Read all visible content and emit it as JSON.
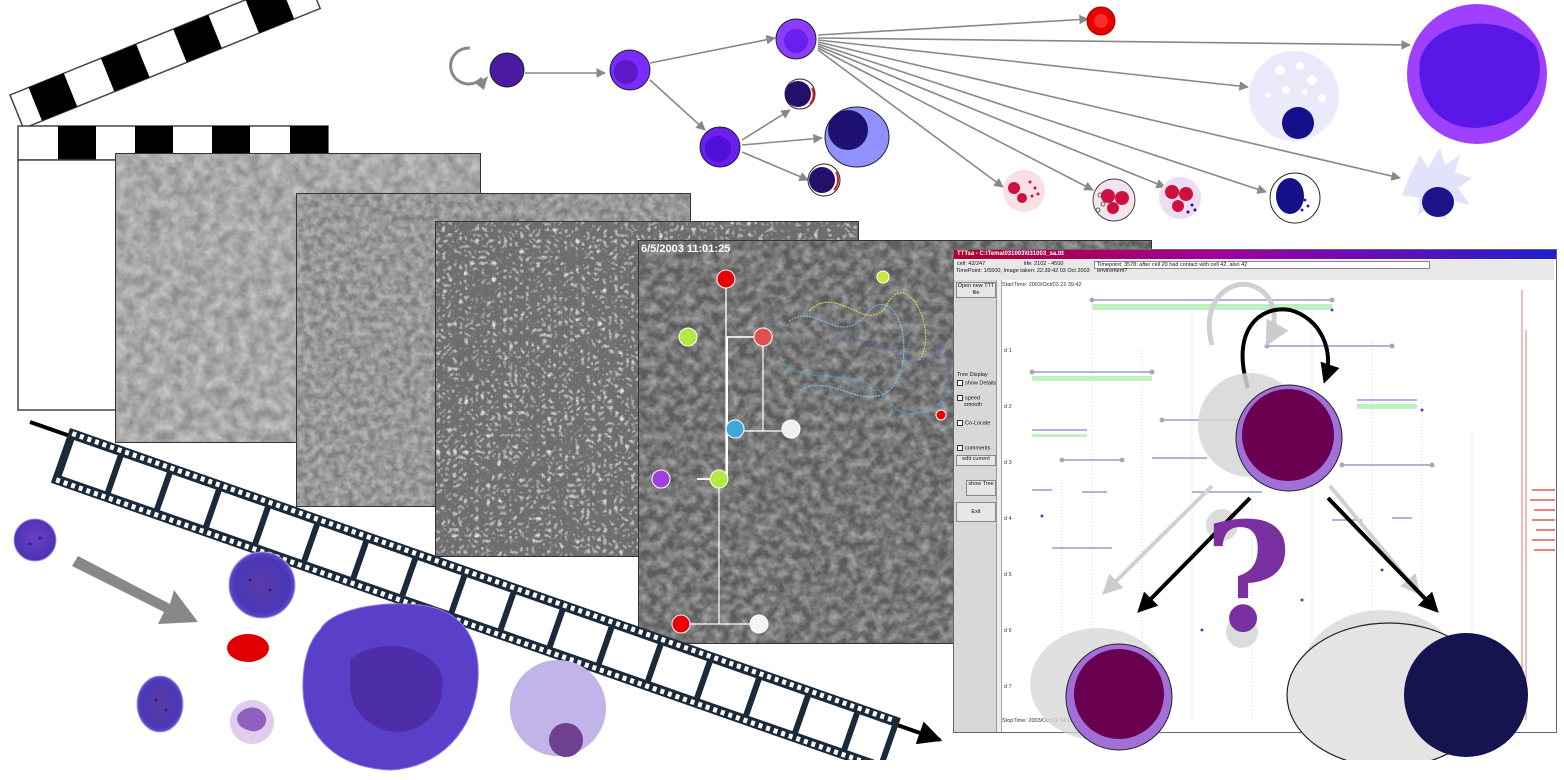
{
  "timestamp": "6/5/2003 11:01:25",
  "ttt": {
    "window_title": "TTTsa - C:\\Tema\\031003\\031003_sa.ttt",
    "cell": "cell: 42/247",
    "life": "life: 2102 - 4500",
    "timepoint": "TimePoint: 1/5500, Image taken: 22:39:42 03 Oct 2003",
    "comment": "Timepoint: 3578: after cell 20 had contact with cell 42, also 42",
    "comment2": "enviroment?",
    "start_time": "StartTime: 2003/Oct/03 22:39:42",
    "stop_time": "StopTime: 2003/Oct/11 14:13:27",
    "buttons": {
      "open": "Open new TTT file",
      "edit": "edit current",
      "show_tree": "show Tree",
      "exit": "Exit"
    },
    "checks": {
      "tree_display": "Tree Display",
      "show_details": "show Details",
      "speed": "speed",
      "smooth": "smooth",
      "colocate": "Co-Locate",
      "comments": "comments"
    },
    "day_labels": [
      "d 1",
      "d 2",
      "d 3",
      "d 4",
      "d 5",
      "d 6",
      "d 7"
    ]
  },
  "question_mark": "?",
  "colors": {
    "purple_dark": "#4a1aa0",
    "purple": "#7a2bff",
    "magenta_dark": "#6a0050",
    "navy": "#141450",
    "red": "#e80000",
    "arrow_gray": "#888888"
  },
  "icons": [
    "clapperboard-icon",
    "film-strip-icon",
    "self-renew-arrow-icon",
    "question-mark-icon"
  ]
}
